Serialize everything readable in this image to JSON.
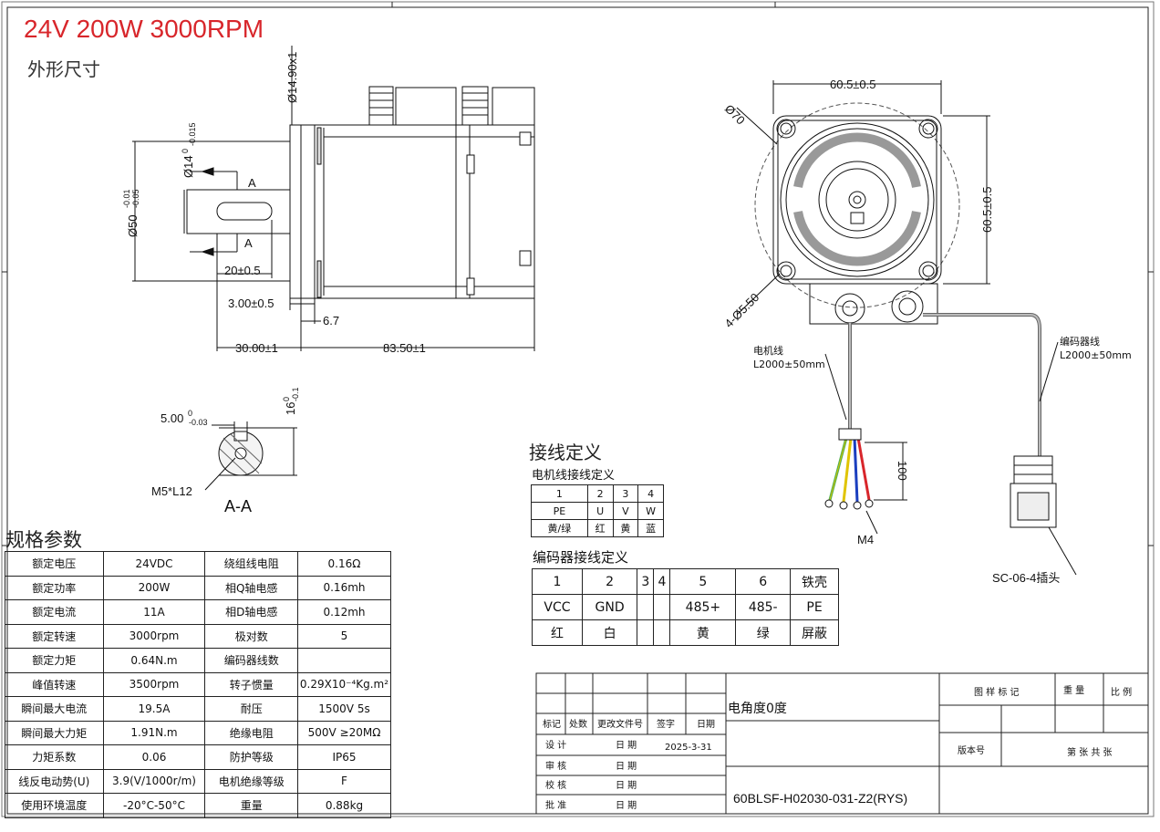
{
  "title": "24V 200W 3000RPM",
  "subtitle": "外形尺寸",
  "dimensions": {
    "d14_9": "Ø14.90x1",
    "d14": "Ø14",
    "d14_tol_upper": "0",
    "d14_tol_lower": "-0.015",
    "d50": "Ø50",
    "d50_tol_upper": "-0.01",
    "d50_tol_lower": "-0.05",
    "section_mark": "A",
    "key_length": "20±0.5",
    "flange_step": "3.00±0.5",
    "flange_thickness": "6.7",
    "shaft_length": "30.00±1",
    "body_length": "83.50±1",
    "key_width": "5.00",
    "key_width_tol_upper": "0",
    "key_width_tol_lower": "-0.03",
    "key_height": "16",
    "key_height_tol_upper": "0",
    "key_height_tol_lower": "-0.1",
    "thread": "M5*L12",
    "section_label": "A-A",
    "flange_width_top": "60.5±0.5",
    "flange_width_side": "60.5±0.5",
    "pitch_circle": "Ø70",
    "mount_holes": "4-Ø5.50",
    "motor_cable_label": "电机线",
    "motor_cable_length": "L2000±50mm",
    "encoder_cable_label": "编码器线",
    "encoder_cable_length": "L2000±50mm",
    "lead_length": "100",
    "terminal": "M4",
    "connector": "SC-06-4插头"
  },
  "wiring": {
    "title": "接线定义",
    "motor_title": "电机线接线定义",
    "motor_rows": [
      [
        "1",
        "2",
        "3",
        "4"
      ],
      [
        "PE",
        "U",
        "V",
        "W"
      ],
      [
        "黄/绿",
        "红",
        "黄",
        "蓝"
      ]
    ],
    "encoder_title": "编码器接线定义",
    "encoder_rows": [
      [
        "1",
        "2",
        "3",
        "4",
        "5",
        "6",
        "铁壳"
      ],
      [
        "VCC",
        "GND",
        "",
        "",
        "485+",
        "485-",
        "PE"
      ],
      [
        "红",
        "白",
        "",
        "",
        "黄",
        "绿",
        "屏蔽"
      ]
    ]
  },
  "specs": {
    "title": "规格参数",
    "rows": [
      [
        "额定电压",
        "24VDC",
        "绕组线电阻",
        "0.16Ω"
      ],
      [
        "额定功率",
        "200W",
        "相Q轴电感",
        "0.16mh"
      ],
      [
        "额定电流",
        "11A",
        "相D轴电感",
        "0.12mh"
      ],
      [
        "额定转速",
        "3000rpm",
        "极对数",
        "5"
      ],
      [
        "额定力矩",
        "0.64N.m",
        "编码器线数",
        ""
      ],
      [
        "峰值转速",
        "3500rpm",
        "转子惯量",
        "0.29X10⁻⁴Kg.m²"
      ],
      [
        "瞬间最大电流",
        "19.5A",
        "耐压",
        "1500V  5s"
      ],
      [
        "瞬间最大力矩",
        "1.91N.m",
        "绝缘电阻",
        "500V  ≥20MΩ"
      ],
      [
        "力矩系数",
        "0.06",
        "防护等级",
        "IP65"
      ],
      [
        "线反电动势(U)",
        "3.9(V/1000r/m)",
        "电机绝缘等级",
        "F"
      ],
      [
        "使用环境温度",
        "-20°C-50°C",
        "重量",
        "0.88kg"
      ]
    ]
  },
  "title_block": {
    "electrical_angle": "电角度0度",
    "drawing_number": "60BLSF-H02030-031-Z2(RYS)",
    "rev_headers": [
      "标记",
      "处数",
      "更改文件号",
      "签字",
      "日期"
    ],
    "design": "设  计",
    "check": "审  核",
    "proof": "校  核",
    "approve": "批  准",
    "date_label": "日  期",
    "design_date": "2025-3-31",
    "pattern_mark": "图 样 标 记",
    "weight": "重 量",
    "scale": "比 例",
    "version": "版本号",
    "sheet_info": "第  张 共  张"
  }
}
